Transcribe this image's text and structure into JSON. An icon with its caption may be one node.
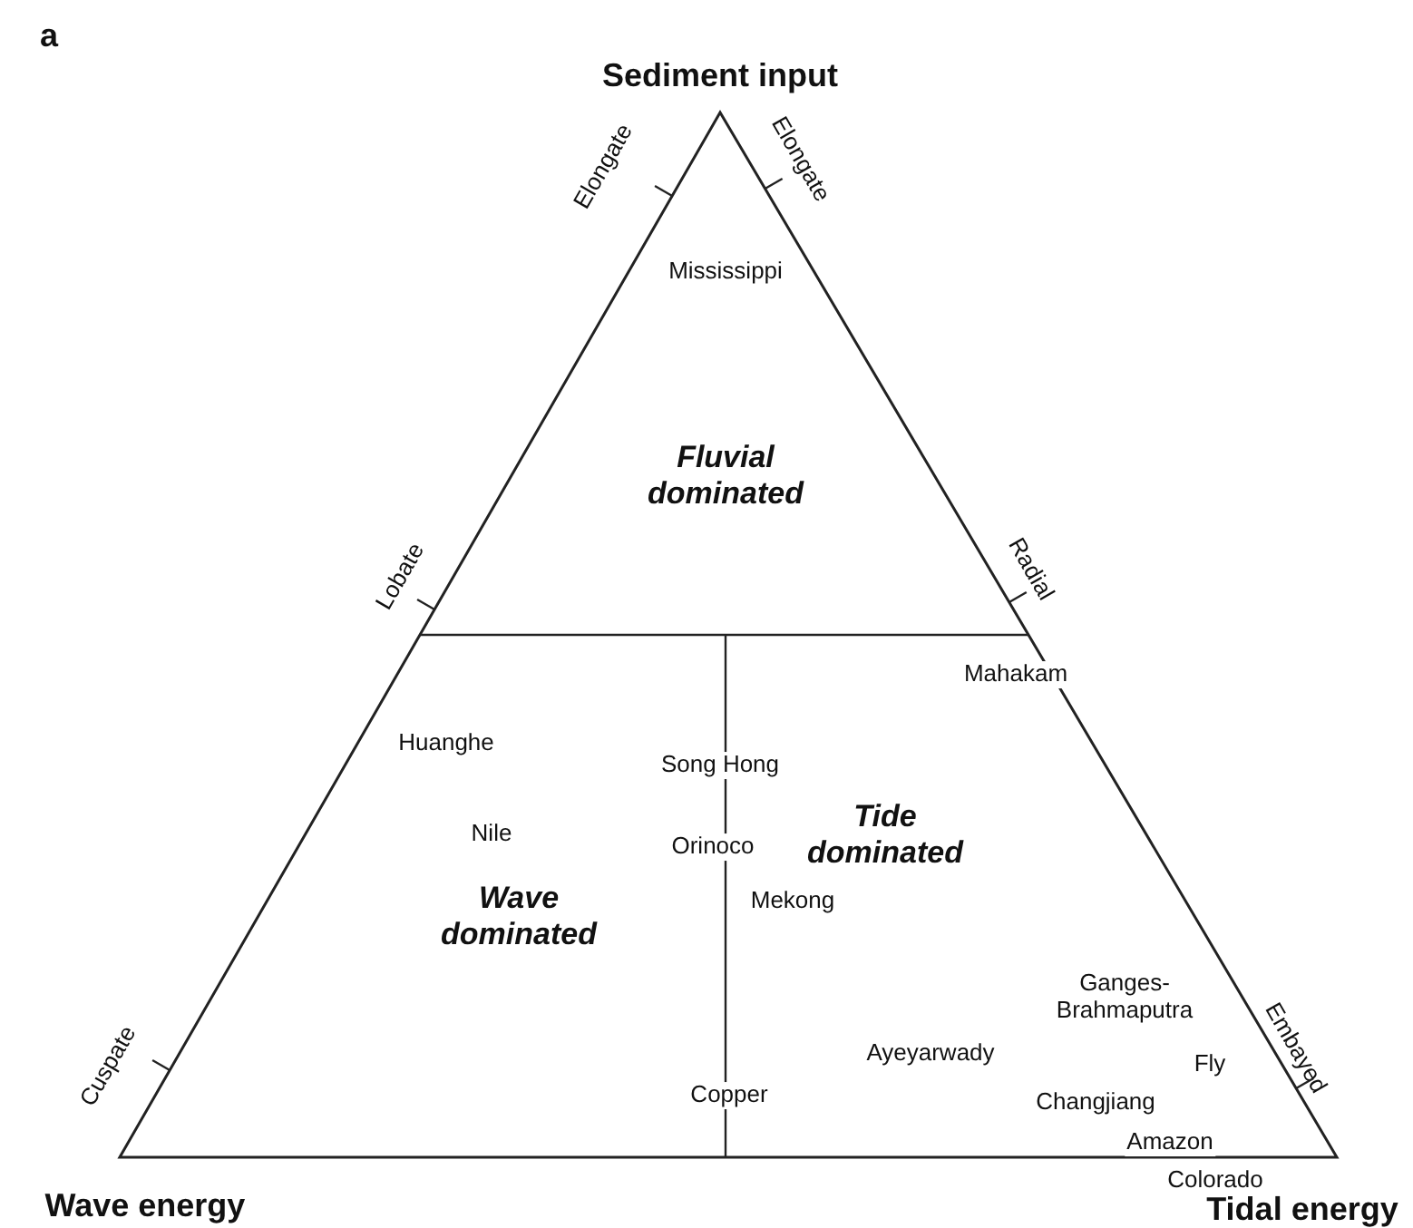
{
  "diagram": {
    "labels": [
      "a",
      "Sediment input",
      "Elongate",
      "Elongate",
      "Mississippi",
      "Fluvial dominated",
      "Lobate",
      "Radial",
      "Mahakam",
      "Huanghe",
      "Song Hong",
      "Nile",
      "Orinoco",
      "Tide dominated",
      "Mekong",
      "Wave dominated",
      "Ganges-Brahmaputra",
      "Fly",
      "Ayeyarwady",
      "Cuspate",
      "Embayed",
      "Copper",
      "Changjiang",
      "Amazon",
      "Colorado",
      "Wave energy",
      "Tidal energy"
    ]
  }
}
